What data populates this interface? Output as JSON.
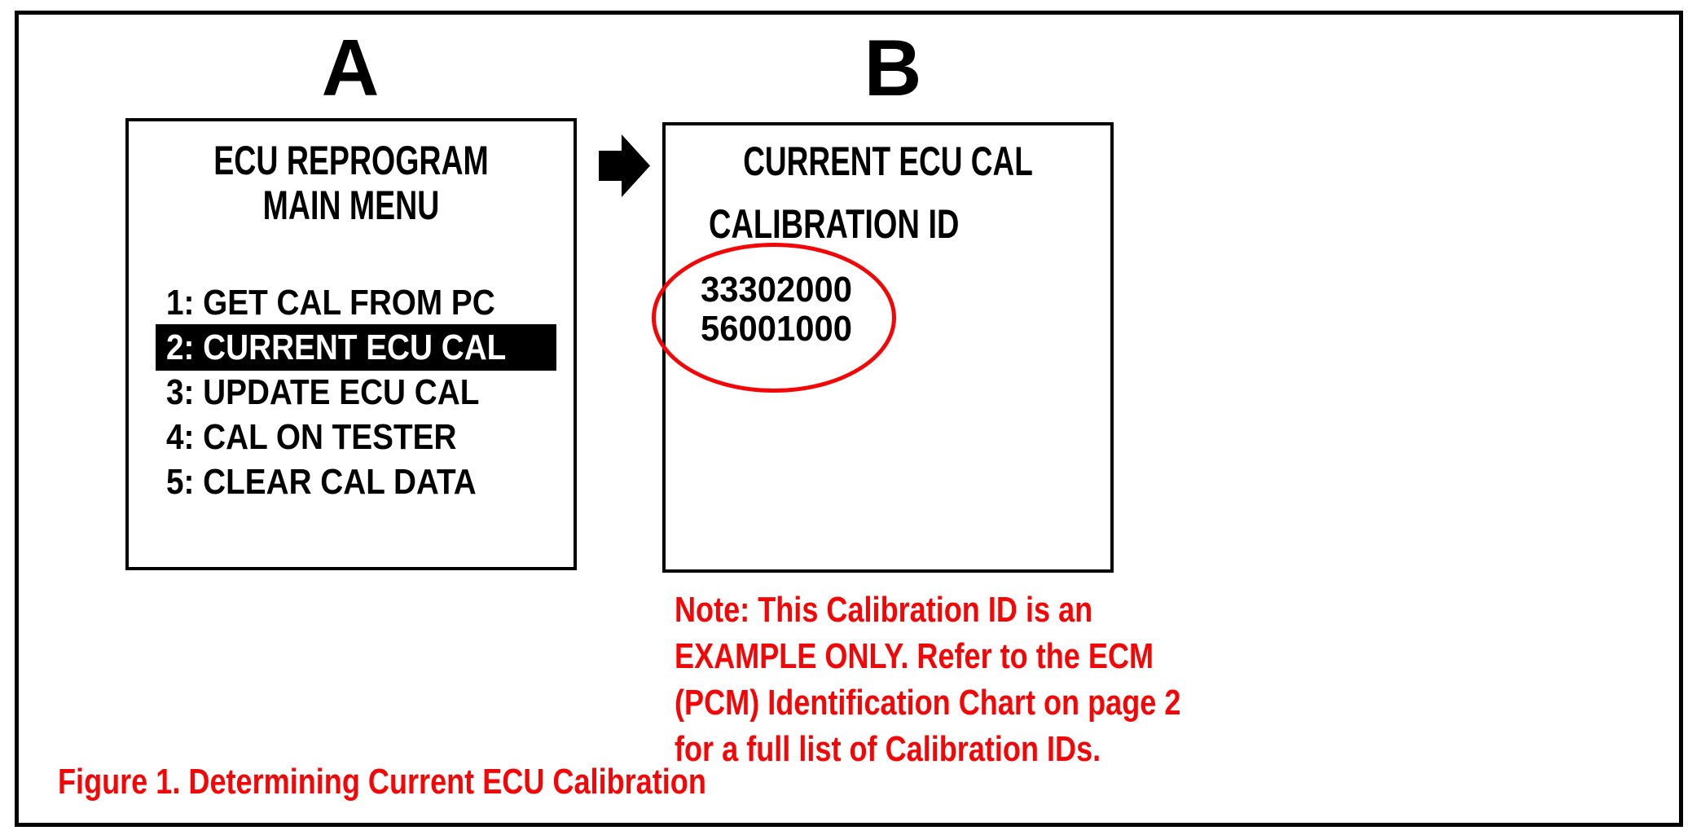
{
  "figure": {
    "caption": "Figure 1. Determining Current ECU Calibration",
    "panels": {
      "a": {
        "label": "A",
        "screen_title_line1": "ECU REPROGRAM",
        "screen_title_line2": "MAIN MENU",
        "menu_items": [
          {
            "label": "1: GET CAL FROM PC",
            "highlighted": false
          },
          {
            "label": "2: CURRENT ECU CAL",
            "highlighted": true
          },
          {
            "label": "3: UPDATE ECU CAL",
            "highlighted": false
          },
          {
            "label": "4: CAL ON TESTER",
            "highlighted": false
          },
          {
            "label": "5: CLEAR CAL DATA",
            "highlighted": false
          }
        ]
      },
      "b": {
        "label": "B",
        "header": "CURRENT ECU CAL",
        "subheader": "CALIBRATION ID",
        "calibration_ids": [
          "33302000",
          "56001000"
        ]
      }
    },
    "note": {
      "lines": [
        "Note: This Calibration ID is an",
        "EXAMPLE ONLY. Refer to the ECM",
        "(PCM) Identification Chart on page 2",
        "for a full list of Calibration IDs."
      ]
    },
    "icons": {
      "arrow": "right-block-arrow-icon"
    },
    "colors": {
      "annotation_red": "#f40606",
      "screen_foreground": "#000000",
      "highlight_background": "#000000",
      "highlight_text": "#ffffff",
      "background": "#ffffff"
    }
  }
}
